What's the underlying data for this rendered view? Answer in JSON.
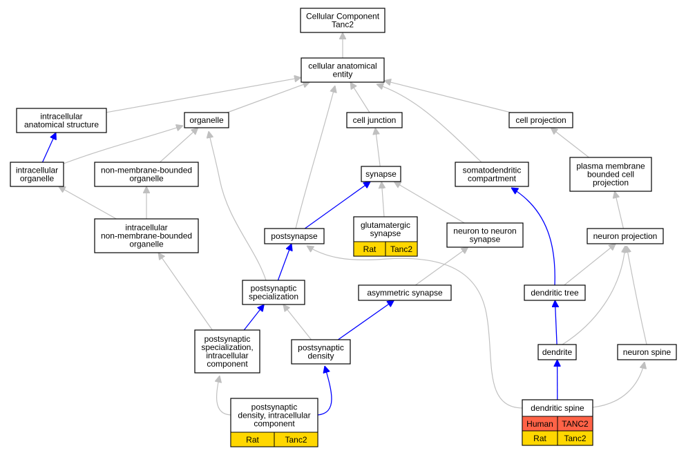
{
  "colors": {
    "gray_edge": "#c0c0c0",
    "blue_edge": "#0000ff",
    "rat_cell": "#ffd700",
    "human_cell": "#ff6347"
  },
  "nodes": {
    "cellular_component": [
      "Cellular Component",
      "Tanc2"
    ],
    "cellular_anatomical_entity": [
      "cellular anatomical",
      "entity"
    ],
    "intracellular_anatomical_structure": [
      "intracellular",
      "anatomical structure"
    ],
    "organelle": [
      "organelle"
    ],
    "cell_junction": [
      "cell junction"
    ],
    "cell_projection": [
      "cell projection"
    ],
    "intracellular_organelle": [
      "intracellular",
      "organelle"
    ],
    "non_membrane_bounded_organelle": [
      "non-membrane-bounded",
      "organelle"
    ],
    "synapse": [
      "synapse"
    ],
    "somatodendritic_compartment": [
      "somatodendritic",
      "compartment"
    ],
    "plasma_membrane_bounded_cell_projection": [
      "plasma membrane",
      "bounded cell",
      "projection"
    ],
    "intracellular_non_membrane_bounded_organelle": [
      "intracellular",
      "non-membrane-bounded",
      "organelle"
    ],
    "postsynapse": [
      "postsynapse"
    ],
    "glutamatergic_synapse": [
      "glutamatergic",
      "synapse"
    ],
    "neuron_to_neuron_synapse": [
      "neuron to neuron",
      "synapse"
    ],
    "neuron_projection": [
      "neuron projection"
    ],
    "postsynaptic_specialization": [
      "postsynaptic",
      "specialization"
    ],
    "asymmetric_synapse": [
      "asymmetric synapse"
    ],
    "dendritic_tree": [
      "dendritic tree"
    ],
    "postsynaptic_specialization_intracellular_component": [
      "postsynaptic",
      "specialization,",
      "intracellular",
      "component"
    ],
    "postsynaptic_density": [
      "postsynaptic",
      "density"
    ],
    "dendrite": [
      "dendrite"
    ],
    "neuron_spine": [
      "neuron spine"
    ],
    "postsynaptic_density_intracellular_component": [
      "postsynaptic",
      "density, intracellular",
      "component"
    ],
    "dendritic_spine": [
      "dendritic spine"
    ]
  },
  "annotations": {
    "glutamatergic_synapse": [
      {
        "species": "Rat",
        "gene": "Tanc2",
        "color": "#ffd700"
      }
    ],
    "postsynaptic_density_intracellular_component": [
      {
        "species": "Rat",
        "gene": "Tanc2",
        "color": "#ffd700"
      }
    ],
    "dendritic_spine": [
      {
        "species": "Human",
        "gene": "TANC2",
        "color": "#ff6347"
      },
      {
        "species": "Rat",
        "gene": "Tanc2",
        "color": "#ffd700"
      }
    ]
  },
  "edges": [
    {
      "from": "cellular_anatomical_entity",
      "to": "cellular_component",
      "color": "gray"
    },
    {
      "from": "intracellular_anatomical_structure",
      "to": "cellular_anatomical_entity",
      "color": "gray"
    },
    {
      "from": "organelle",
      "to": "cellular_anatomical_entity",
      "color": "gray"
    },
    {
      "from": "postsynapse",
      "to": "cellular_anatomical_entity",
      "color": "gray"
    },
    {
      "from": "cell_junction",
      "to": "cellular_anatomical_entity",
      "color": "gray"
    },
    {
      "from": "somatodendritic_compartment",
      "to": "cellular_anatomical_entity",
      "color": "gray"
    },
    {
      "from": "cell_projection",
      "to": "cellular_anatomical_entity",
      "color": "gray"
    },
    {
      "from": "intracellular_organelle",
      "to": "intracellular_anatomical_structure",
      "color": "blue"
    },
    {
      "from": "intracellular_organelle",
      "to": "organelle",
      "color": "gray"
    },
    {
      "from": "non_membrane_bounded_organelle",
      "to": "organelle",
      "color": "gray"
    },
    {
      "from": "postsynaptic_specialization",
      "to": "organelle",
      "color": "gray"
    },
    {
      "from": "synapse",
      "to": "cell_junction",
      "color": "gray"
    },
    {
      "from": "plasma_membrane_bounded_cell_projection",
      "to": "cell_projection",
      "color": "gray"
    },
    {
      "from": "intracellular_non_membrane_bounded_organelle",
      "to": "intracellular_organelle",
      "color": "gray"
    },
    {
      "from": "intracellular_non_membrane_bounded_organelle",
      "to": "non_membrane_bounded_organelle",
      "color": "gray"
    },
    {
      "from": "postsynapse",
      "to": "synapse",
      "color": "blue"
    },
    {
      "from": "glutamatergic_synapse",
      "to": "synapse",
      "color": "gray"
    },
    {
      "from": "neuron_to_neuron_synapse",
      "to": "synapse",
      "color": "gray"
    },
    {
      "from": "dendritic_tree",
      "to": "somatodendritic_compartment",
      "color": "blue"
    },
    {
      "from": "neuron_projection",
      "to": "plasma_membrane_bounded_cell_projection",
      "color": "gray"
    },
    {
      "from": "postsynaptic_specialization",
      "to": "postsynapse",
      "color": "blue"
    },
    {
      "from": "dendritic_spine",
      "to": "postsynapse",
      "color": "gray"
    },
    {
      "from": "asymmetric_synapse",
      "to": "neuron_to_neuron_synapse",
      "color": "gray"
    },
    {
      "from": "dendritic_tree",
      "to": "neuron_projection",
      "color": "gray"
    },
    {
      "from": "dendrite",
      "to": "neuron_projection",
      "color": "gray"
    },
    {
      "from": "neuron_spine",
      "to": "neuron_projection",
      "color": "gray"
    },
    {
      "from": "postsynaptic_specialization_intracellular_component",
      "to": "postsynaptic_specialization",
      "color": "blue"
    },
    {
      "from": "postsynaptic_specialization_intracellular_component",
      "to": "intracellular_non_membrane_bounded_organelle",
      "color": "gray"
    },
    {
      "from": "postsynaptic_density",
      "to": "postsynaptic_specialization",
      "color": "gray"
    },
    {
      "from": "postsynaptic_density",
      "to": "asymmetric_synapse",
      "color": "blue"
    },
    {
      "from": "dendrite",
      "to": "dendritic_tree",
      "color": "blue"
    },
    {
      "from": "postsynaptic_density_intracellular_component",
      "to": "postsynaptic_specialization_intracellular_component",
      "color": "gray"
    },
    {
      "from": "postsynaptic_density_intracellular_component",
      "to": "postsynaptic_density",
      "color": "blue"
    },
    {
      "from": "dendritic_spine",
      "to": "dendrite",
      "color": "blue"
    },
    {
      "from": "dendritic_spine",
      "to": "neuron_spine",
      "color": "gray"
    }
  ]
}
